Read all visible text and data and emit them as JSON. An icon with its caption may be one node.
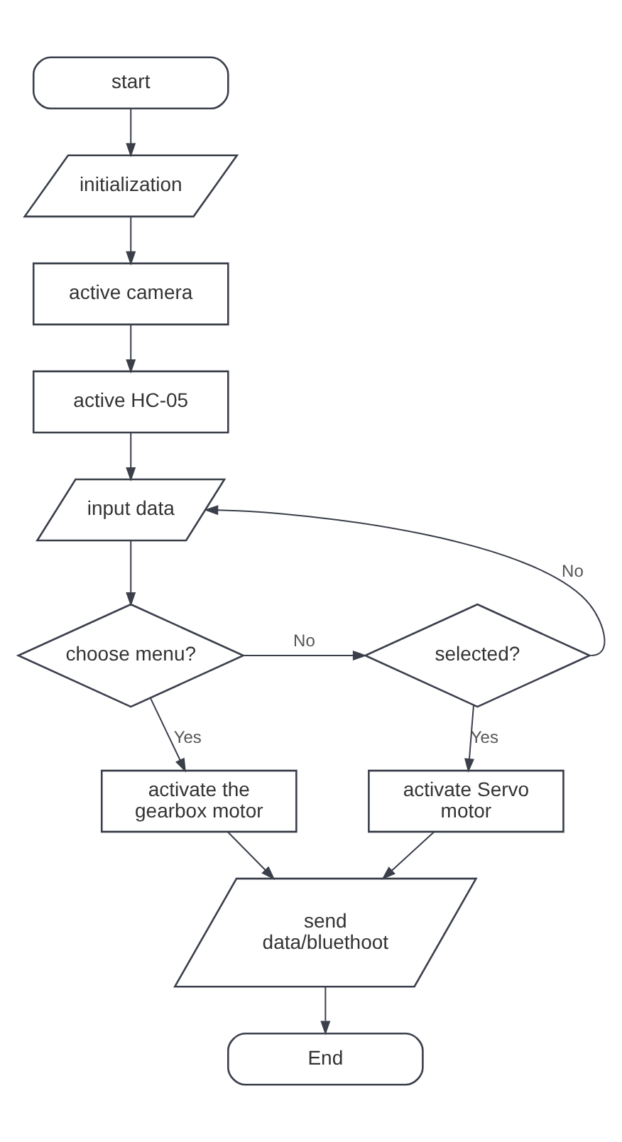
{
  "diagram": {
    "nodes": [
      {
        "text": [
          "start"
        ]
      },
      {
        "text": [
          "initialization"
        ]
      },
      {
        "text": [
          "active camera"
        ]
      },
      {
        "text": [
          "active HC-05"
        ]
      },
      {
        "text": [
          "input data"
        ]
      },
      {
        "text": [
          "choose menu?"
        ]
      },
      {
        "text": [
          "selected?"
        ]
      },
      {
        "text": [
          "activate the gearbox motor"
        ]
      },
      {
        "text": [
          "activate Servo motor"
        ]
      },
      {
        "text": [
          "send data/bluethoot"
        ]
      },
      {
        "text": [
          "End"
        ]
      }
    ],
    "edges": [
      {
        "from": 0,
        "to": 1,
        "arrow": "to"
      },
      {
        "from": 1,
        "to": 2,
        "arrow": "to"
      },
      {
        "from": 2,
        "to": 3,
        "arrow": "to"
      },
      {
        "from": 3,
        "to": 4,
        "arrow": "to"
      },
      {
        "from": 4,
        "to": 5,
        "arrow": "to"
      },
      {
        "from": 5,
        "to": 6,
        "arrow": "to",
        "label": "No"
      },
      {
        "from": 5,
        "to": 7,
        "arrow": "to",
        "label": "Yes"
      },
      {
        "from": 6,
        "to": 8,
        "arrow": "to",
        "label": "Yes"
      },
      {
        "from": 6,
        "to": 4,
        "arrow": "to",
        "label": "No"
      },
      {
        "from": 7,
        "to": 9,
        "arrow": "to"
      },
      {
        "from": 8,
        "to": 9,
        "arrow": "to"
      },
      {
        "from": 9,
        "to": 10,
        "arrow": "to"
      }
    ]
  }
}
